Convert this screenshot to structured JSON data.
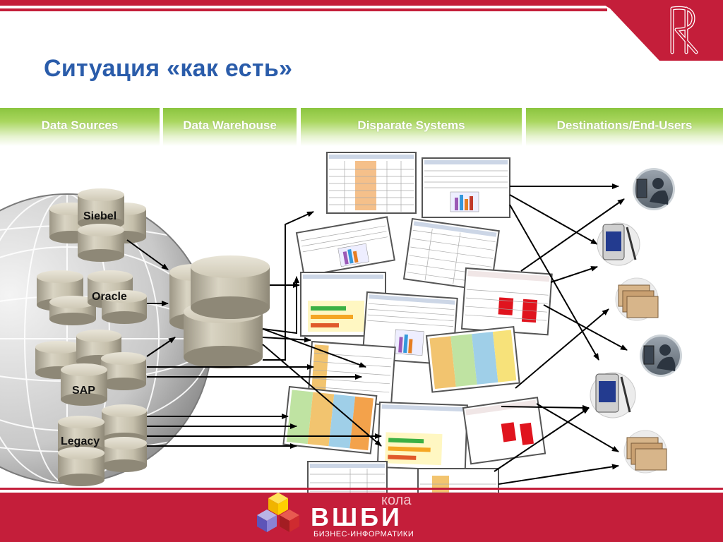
{
  "slide": {
    "title": "Ситуация «как есть»"
  },
  "columns": [
    {
      "label": "Data Sources"
    },
    {
      "label": "Data Warehouse"
    },
    {
      "label": "Disparate Systems"
    },
    {
      "label": "Destinations/End-Users"
    }
  ],
  "sources": [
    {
      "label": "Siebel"
    },
    {
      "label": "Oracle"
    },
    {
      "label": "SAP"
    },
    {
      "label": "Legacy"
    }
  ],
  "footer": {
    "school": "кола",
    "brand": "ВШБИ",
    "subtitle": "БИЗНЕС-ИНФОРМАТИКИ"
  },
  "icons": {
    "destinations": [
      "user-icon",
      "pda-icon",
      "folder-icon",
      "user-icon",
      "pda-icon",
      "folder-icon"
    ]
  },
  "colors": {
    "brand_red": "#c41e3a",
    "title_blue": "#2a5caa",
    "header_green": "#8bc53f"
  }
}
